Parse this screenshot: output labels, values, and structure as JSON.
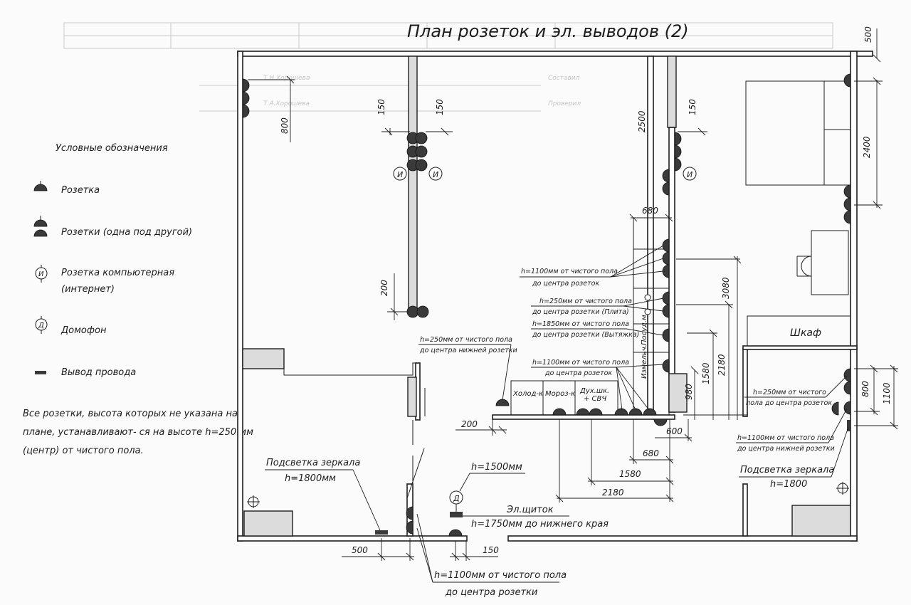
{
  "title": "План розеток и эл. выводов (2)",
  "legend": {
    "heading": "Условные обозначения",
    "items": [
      {
        "symbol": "socket",
        "label": "Розетка"
      },
      {
        "symbol": "socket-double",
        "label": "Розетки (одна под другой)"
      },
      {
        "symbol": "computer-socket",
        "letter": "И",
        "label_line1": "Розетка компьютерная",
        "label_line2": "(интернет)"
      },
      {
        "symbol": "intercom",
        "letter": "Д",
        "label": "Домофон"
      },
      {
        "symbol": "wire-output",
        "label": "Вывод провода"
      }
    ]
  },
  "general_note": [
    "Все розетки, высота которых не указана на",
    "плане, устанавливают- ся на высоте h=250 мм",
    "(центр) от чистого пола."
  ],
  "dimensions": {
    "d500_right": "500",
    "d800_left": "800",
    "d150_a": "150",
    "d150_b": "150",
    "d150_c": "150",
    "d2500": "2500",
    "d2400": "2400",
    "d680_top": "680",
    "d3080": "3080",
    "d2180_v": "2180",
    "d1580_v": "1580",
    "d980": "980",
    "d200_v": "200",
    "d200_h": "200",
    "d600": "600",
    "d680_bottom": "680",
    "d1580_bottom": "1580",
    "d2180_bottom": "2180",
    "d800_right": "800",
    "d1100_right": "1100",
    "d500_bottom": "500",
    "d150_bottom": "150"
  },
  "notes": {
    "kitchen_1100_l1": "h=1100мм от чистого пола",
    "kitchen_1100_l2": "до центра розеток",
    "stove_l1": "h=250мм от чистого пола",
    "stove_l2": "до центра розетки (Плита)",
    "hood_l1": "h=1850мм от чистого пола",
    "hood_l2": "до центра розетки (Вытяжка)",
    "lower_l1": "h=250мм от чистого пола",
    "lower_l2": "до центра нижней розетки",
    "counter_l1": "h=1100мм от чистого пола",
    "counter_l2": "до центра розеток",
    "mirror_left_l1": "Подсветка зеркала",
    "mirror_left_l2": "h=1800мм",
    "intercom_h": "h=1500мм",
    "panel_l1": "Эл.щиток",
    "panel_l2": "h=1750мм до нижнего края",
    "bottom_l1": "h=1100мм от чистого пола",
    "bottom_l2": "до центра розетки",
    "bed_l1": "h=250мм от чистого",
    "bed_l2": "пола до центра розеток",
    "right_1100_l1": "h=1100мм от чистого пола",
    "right_1100_l2": "до центра нижней розетки",
    "mirror_right_l1": "Подсветка зеркала",
    "mirror_right_l2": "h=1800"
  },
  "appliances": {
    "fridge": "Холод-к",
    "freezer": "Мороз-к",
    "oven_l1": "Дух.шк.",
    "oven_l2": "+ СВЧ",
    "dishwasher": "Посуд.м.",
    "shredder": "Измельч."
  },
  "wardrobe": "Шкаф",
  "computer_letter": "И",
  "intercom_letter": "Д",
  "background_stamp": {
    "compiled": "Составил",
    "checked": "Проверил",
    "name1": "Т.Н.Хорошева",
    "name2": "Т.А.Хорошева"
  }
}
